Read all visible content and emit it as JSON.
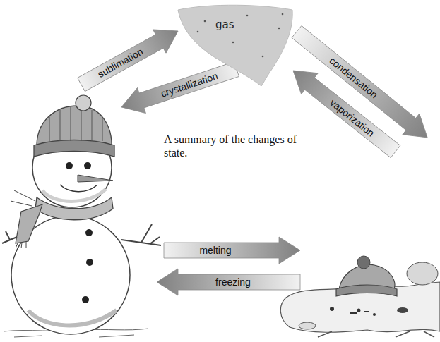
{
  "diagram": {
    "caption": "A summary of the changes of state.",
    "nodes": [
      {
        "text": [
          "gas"
        ]
      }
    ],
    "labels": [
      "sublimation",
      "condensation",
      "crystallization",
      "vaporization",
      "melting",
      "freezing"
    ]
  }
}
